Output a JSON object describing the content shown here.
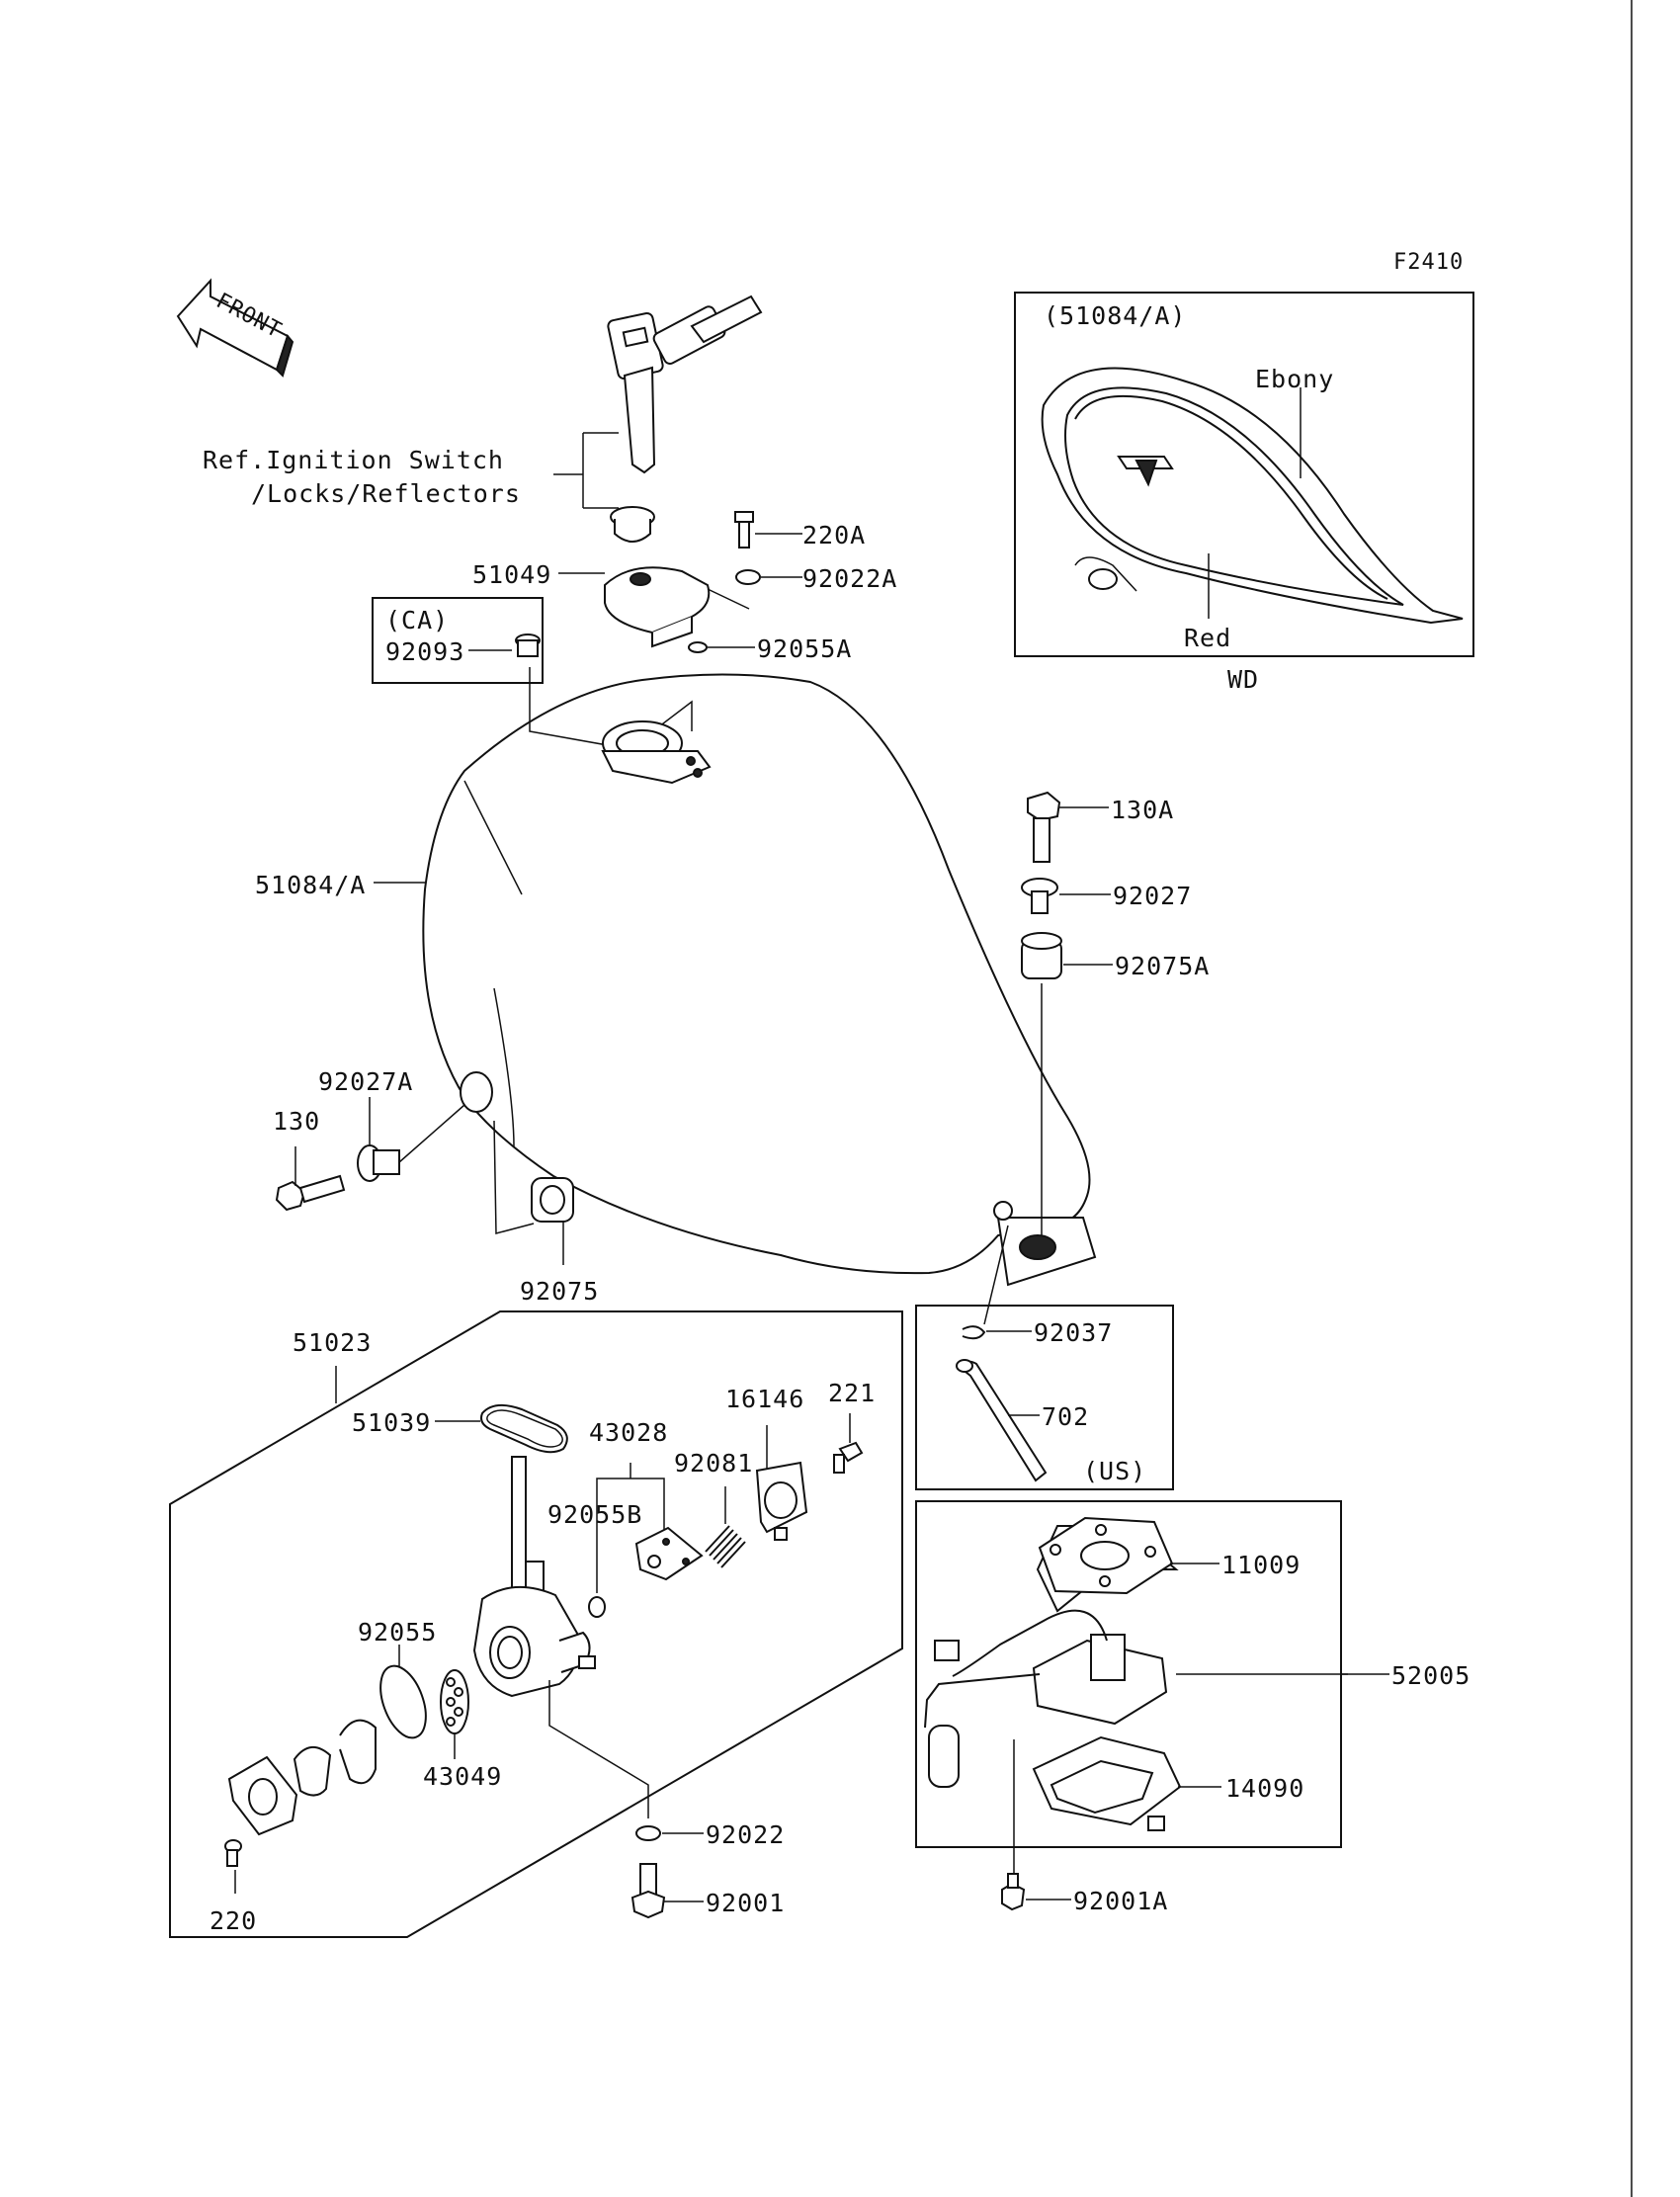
{
  "figure_id": "F2410",
  "front_arrow_label": "FRONT",
  "ref_note": {
    "line1": "Ref.Ignition Switch",
    "line2": "/Locks/Reflectors"
  },
  "callouts": {
    "p220A": "220A",
    "p92022A": "92022A",
    "p51049": "51049",
    "p92055A": "92055A",
    "ca_box_label": "(CA)",
    "p92093": "92093",
    "p51084A": "51084/A",
    "p130A": "130A",
    "p92027": "92027",
    "p92075A": "92075A",
    "p92027A": "92027A",
    "p130": "130",
    "p92075": "92075",
    "p51023": "51023",
    "p51039": "51039",
    "p43028": "43028",
    "p16146": "16146",
    "p221": "221",
    "p92081": "92081",
    "p92055B": "92055B",
    "p92055": "92055",
    "p43049": "43049",
    "p92022": "92022",
    "p92001": "92001",
    "p220": "220",
    "p92037": "92037",
    "p702": "702",
    "us_box_label": "(US)",
    "p11009": "11009",
    "p52005": "52005",
    "p14090": "14090",
    "p92001A": "92001A"
  },
  "inset": {
    "ref": "(51084/A)",
    "color_stripe": "Ebony",
    "color_body": "Red",
    "model": "WD"
  }
}
